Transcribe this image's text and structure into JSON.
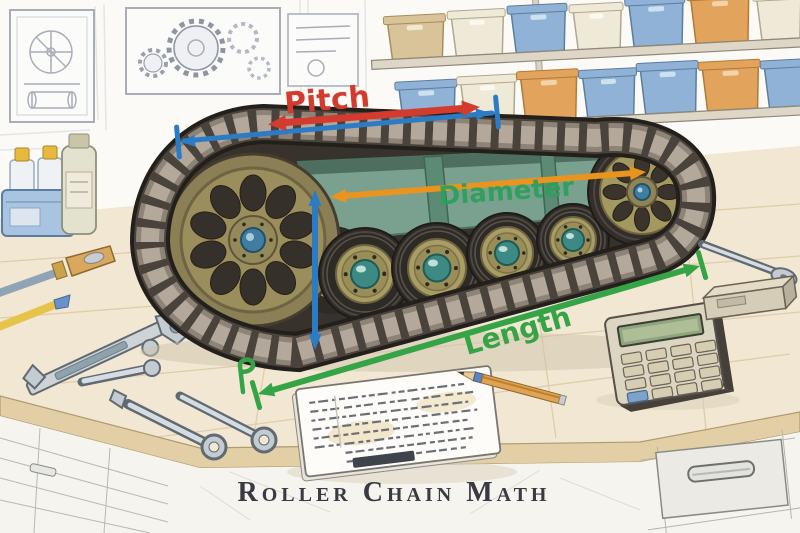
{
  "title": {
    "text": "Roller Chain Math"
  },
  "labels": {
    "pitch": {
      "text": "Pitch",
      "color": "#d23b2e"
    },
    "diameter": {
      "text": "Diameter",
      "color": "#2ba05a"
    },
    "length": {
      "text": "Length",
      "color": "#35a447"
    }
  },
  "colors": {
    "dimension_blue": "#2b7cc4",
    "pitch_red": "#d23b2e",
    "diameter_orange": "#e8941e",
    "diameter_green": "#2ba05a",
    "length_green": "#35a447",
    "title_ink": "#3a3a42"
  }
}
